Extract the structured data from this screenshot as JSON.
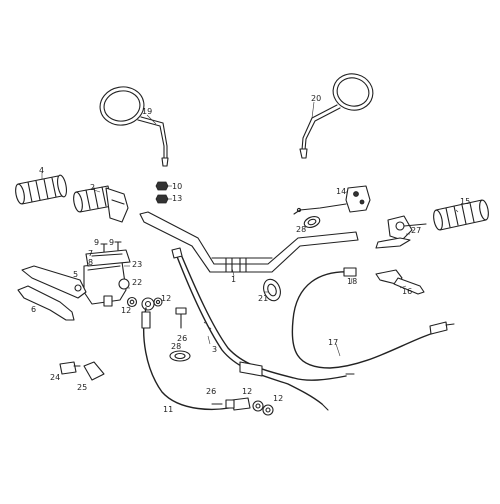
{
  "callouts": [
    {
      "id": "c1",
      "label": "1"
    },
    {
      "id": "c2",
      "label": "2"
    },
    {
      "id": "c3",
      "label": "3"
    },
    {
      "id": "c4",
      "label": "4"
    },
    {
      "id": "c5",
      "label": "5"
    },
    {
      "id": "c6",
      "label": "6"
    },
    {
      "id": "c7",
      "label": "7"
    },
    {
      "id": "c8",
      "label": "8"
    },
    {
      "id": "c9a",
      "label": "9"
    },
    {
      "id": "c9b",
      "label": "9"
    },
    {
      "id": "c10",
      "label": "10"
    },
    {
      "id": "c11",
      "label": "11"
    },
    {
      "id": "c12a",
      "label": "12"
    },
    {
      "id": "c12b",
      "label": "12"
    },
    {
      "id": "c12c",
      "label": "12"
    },
    {
      "id": "c12d",
      "label": "12"
    },
    {
      "id": "c13",
      "label": "13"
    },
    {
      "id": "c14",
      "label": "14"
    },
    {
      "id": "c15",
      "label": "15"
    },
    {
      "id": "c16",
      "label": "16"
    },
    {
      "id": "c17",
      "label": "17"
    },
    {
      "id": "c18",
      "label": "18"
    },
    {
      "id": "c19",
      "label": "19"
    },
    {
      "id": "c20",
      "label": "20"
    },
    {
      "id": "c21",
      "label": "21"
    },
    {
      "id": "c22",
      "label": "22"
    },
    {
      "id": "c23",
      "label": "23"
    },
    {
      "id": "c24",
      "label": "24"
    },
    {
      "id": "c25",
      "label": "25"
    },
    {
      "id": "c26a",
      "label": "26"
    },
    {
      "id": "c26b",
      "label": "26"
    },
    {
      "id": "c27",
      "label": "27"
    },
    {
      "id": "c28a",
      "label": "28"
    },
    {
      "id": "c28b",
      "label": "28"
    }
  ]
}
